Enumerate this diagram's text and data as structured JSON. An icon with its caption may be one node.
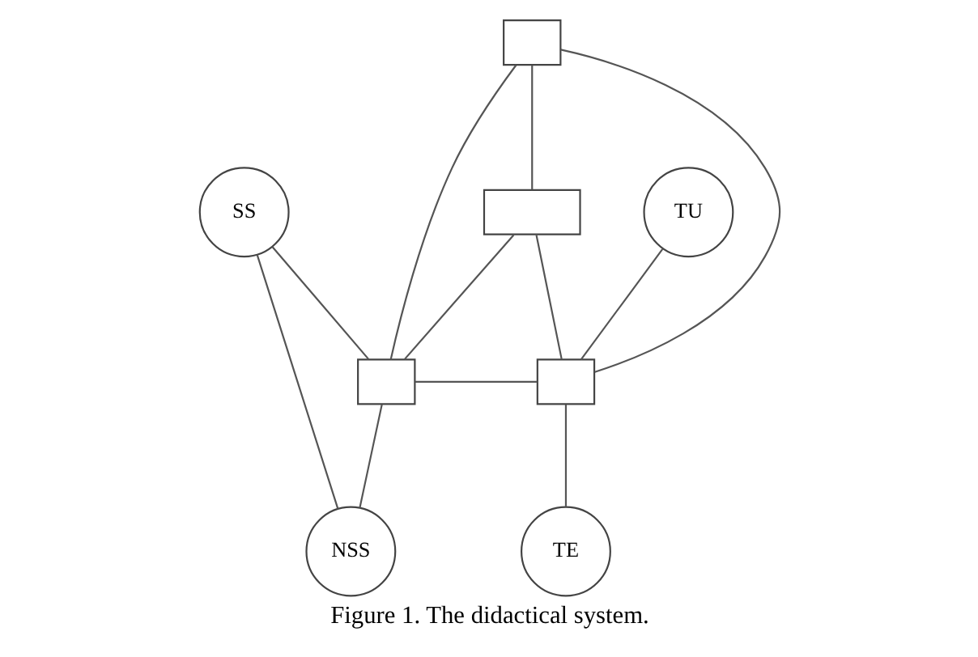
{
  "diagram": {
    "caption": "Figure 1. The didactical system.",
    "nodes": [
      {
        "text": [],
        "shape": "box"
      },
      {
        "text": [],
        "shape": "box"
      },
      {
        "text": [
          "SS"
        ]
      },
      {
        "text": [
          "NSS"
        ]
      },
      {
        "text": [],
        "shape": "box"
      },
      {
        "text": [],
        "shape": "box"
      },
      {
        "text": [
          "TU"
        ]
      },
      {
        "text": [
          "TE"
        ]
      }
    ],
    "edges": [
      {
        "from": 0,
        "to": 4,
        "arrow": "none"
      },
      {
        "from": 0,
        "to": 5,
        "arrow": "none"
      },
      {
        "from": 4,
        "to": 5,
        "arrow": "none"
      },
      {
        "from": 0,
        "to": 1,
        "arrow": "none"
      },
      {
        "from": 1,
        "to": 4,
        "arrow": "none"
      },
      {
        "from": 1,
        "to": 5,
        "arrow": "none"
      },
      {
        "from": 2,
        "to": 4,
        "arrow": "none"
      },
      {
        "from": 3,
        "to": 4,
        "arrow": "none"
      },
      {
        "from": 2,
        "to": 3,
        "arrow": "none"
      },
      {
        "from": 5,
        "to": 6,
        "arrow": "none"
      },
      {
        "from": 5,
        "to": 7,
        "arrow": "none"
      }
    ]
  }
}
